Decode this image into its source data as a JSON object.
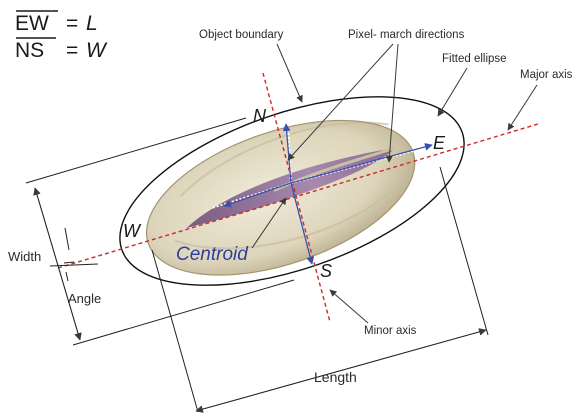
{
  "equations": {
    "ew": {
      "line_symbol": "EW",
      "equals": "=",
      "var": "L"
    },
    "ns": {
      "line_symbol": "NS",
      "equals": "=",
      "var": "W"
    }
  },
  "labels": {
    "object_boundary": "Object boundary",
    "pixel_march": "Pixel- march directions",
    "fitted_ellipse": "Fitted ellipse",
    "major_axis": "Major axis",
    "minor_axis": "Minor axis",
    "width": "Width",
    "angle": "Angle",
    "length": "Length",
    "centroid": "Centroid"
  },
  "points": {
    "n": "N",
    "s": "S",
    "e": "E",
    "w": "W"
  },
  "colors": {
    "axis_line": "#cc2a2a",
    "march_dots": "#ffffff",
    "ellipse": "#111111",
    "centroid_text": "#2f3f9a",
    "arrows": "#3a3a3a",
    "shell": "#e2dcc6",
    "kernel": "#9c7aa3"
  }
}
